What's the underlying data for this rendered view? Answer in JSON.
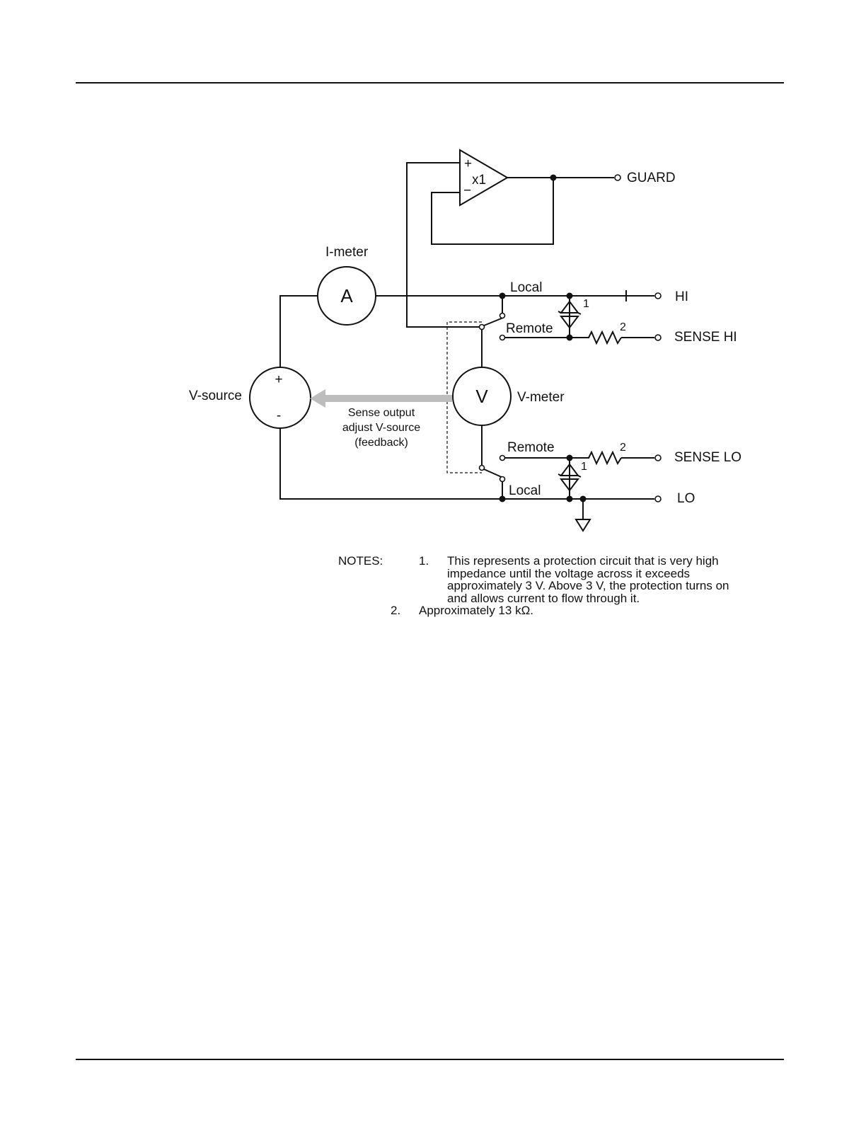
{
  "diagram": {
    "labels": {
      "guard": "GUARD",
      "hi": "HI",
      "sense_hi": "SENSE HI",
      "sense_lo": "SENSE LO",
      "lo": "LO",
      "i_meter": "I-meter",
      "ammeter_symbol": "A",
      "v_meter": "V-meter",
      "voltmeter_symbol": "V",
      "v_source": "V-source",
      "plus": "+",
      "minus": "-",
      "buffer_gain": "x1",
      "opamp_plus": "+",
      "opamp_minus": "−",
      "local_top": "Local",
      "remote_top": "Remote",
      "remote_bottom": "Remote",
      "local_bottom": "Local",
      "ref_1_top": "1",
      "ref_2_top": "2",
      "ref_1_bottom": "1",
      "ref_2_bottom": "2",
      "feedback_line1": "Sense output",
      "feedback_line2": "adjust V-source",
      "feedback_line3": "(feedback)"
    },
    "colors": {
      "line": "#111111",
      "feedback_arrow": "#bdbdbd"
    }
  },
  "notes": {
    "heading": "NOTES:",
    "items": [
      {
        "number": "1.",
        "text": "This represents a protection circuit that is very high impedance until the voltage across it exceeds approximately 3 V. Above 3 V, the protection turns on and allows current to flow through it."
      },
      {
        "number": "2.",
        "text": "Approximately 13 kΩ."
      }
    ]
  }
}
